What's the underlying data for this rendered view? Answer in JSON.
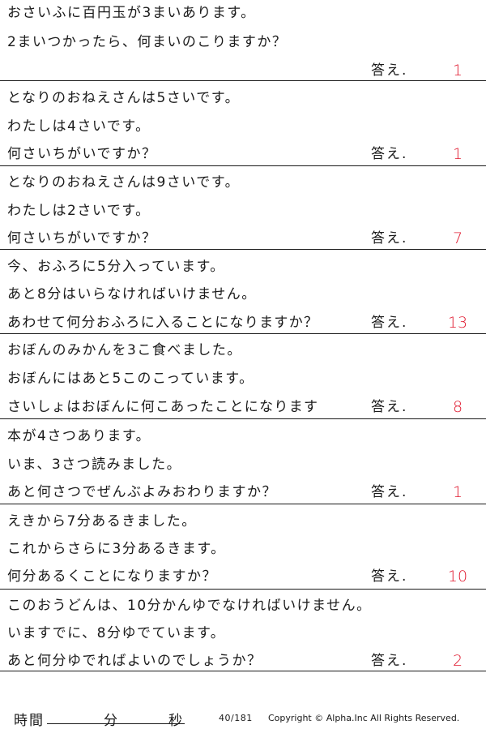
{
  "problems": [
    {
      "lines": [
        "おさいふに百円玉が3まいあります。",
        "2まいつかったら、何まいのこりますか？",
        ""
      ],
      "answer_label": "答え.",
      "answer": "1"
    },
    {
      "lines": [
        "となりのおねえさんは5さいです。",
        "わたしは4さいです。",
        "何さいちがいですか？"
      ],
      "answer_label": "答え.",
      "answer": "1"
    },
    {
      "lines": [
        "となりのおねえさんは9さいです。",
        "わたしは2さいです。",
        "何さいちがいですか？"
      ],
      "answer_label": "答え.",
      "answer": "7"
    },
    {
      "lines": [
        "今、おふろに5分入っています。",
        "あと8分はいらなければいけません。",
        "あわせて何分おふろに入ることになりますか？"
      ],
      "answer_label": "答え.",
      "answer": "13"
    },
    {
      "lines": [
        "おぼんのみかんを3こ食べました。",
        "おぼんにはあと5このこっています。",
        "さいしょはおぼんに何こあったことになります"
      ],
      "answer_label": "答え.",
      "answer": "8"
    },
    {
      "lines": [
        "本が4さつあります。",
        "いま、3さつ読みました。",
        "あと何さつでぜんぶよみおわりますか？"
      ],
      "answer_label": "答え.",
      "answer": "1"
    },
    {
      "lines": [
        "えきから7分あるきました。",
        "これからさらに3分あるきます。",
        "何分あるくことになりますか？"
      ],
      "answer_label": "答え.",
      "answer": "10"
    },
    {
      "lines": [
        "このおうどんは、10分かんゆでなければいけません。",
        "いますでに、8分ゆでています。",
        "あと何分ゆでればよいのでしょうか？"
      ],
      "answer_label": "答え.",
      "answer": "2"
    }
  ],
  "footer": {
    "time_label": "時間",
    "minute_label": "分",
    "second_label": "秒",
    "page_count": "40/181",
    "copyright": "Copyright ©  Alpha.Inc All Rights Reserved."
  }
}
